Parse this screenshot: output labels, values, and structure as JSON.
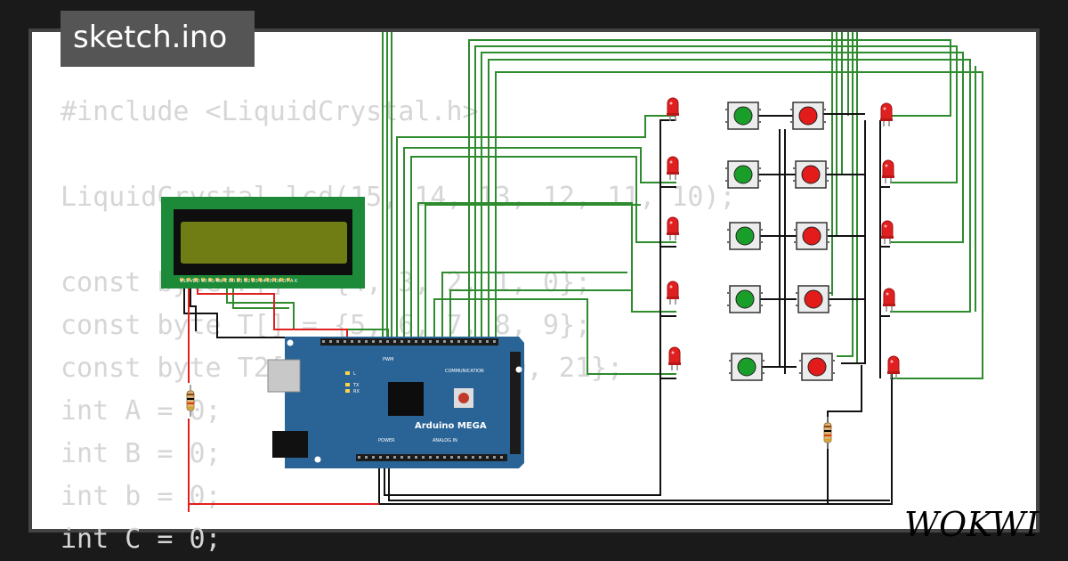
{
  "header": {
    "sketch_name": "sketch.ino"
  },
  "brand": {
    "name": "WOKWI"
  },
  "code_lines": [
    "#include <LiquidCrystal.h>",
    "",
    "LiquidCrystal lcd(15, 14, 13, 12, 11, 10);",
    "",
    "const byte F[] = {4, 3, 2, 1, 0};",
    "const byte T[] = {5, 6, 7, 8, 9};",
    "const byte T2[] = {18, 19, 20, 21};",
    "int A = 0;",
    "int B = 0;",
    "int b = 0;",
    "int C = 0;"
  ],
  "board": {
    "label": "Arduino MEGA",
    "pwm_label": "PWM",
    "comm_label": "COMMUNICATION",
    "power_label": "POWER",
    "analog_label": "ANALOG IN",
    "led_l": "L",
    "led_tx": "TX",
    "led_rx": "RX"
  },
  "lcd": {
    "pins_label": "VSS VDD V0 RS RW E D0 D1 D2 D3 D4 D5 D6 D7 A K"
  },
  "colors": {
    "background": "#1a1a1a",
    "canvas": "#ffffff",
    "code_text": "#d6d6d6",
    "wire_green": "#2e8b2e",
    "wire_black": "#111111",
    "wire_red": "#e02020",
    "board_blue": "#2a6496",
    "lcd_pcb": "#1d8a3a",
    "lcd_screen": "#6f7d14"
  },
  "components": {
    "led_icon": "red-led-icon",
    "green_button_icon": "green-pushbutton-icon",
    "red_button_icon": "red-pushbutton-icon",
    "resistor_icon": "resistor-icon"
  }
}
